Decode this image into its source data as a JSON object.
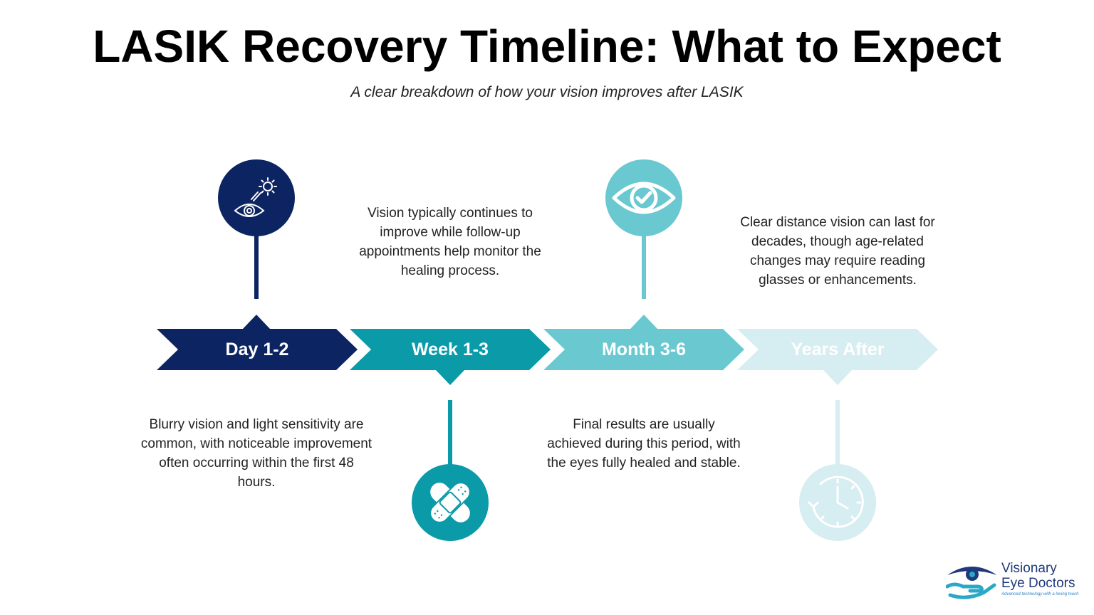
{
  "title": "LASIK Recovery Timeline: What to Expect",
  "subtitle": "A clear breakdown of how your vision improves after LASIK",
  "colors": {
    "navy": "#0c2461",
    "teal": "#0a9aa8",
    "light_teal": "#6ac8d0",
    "pale": "#d6edf1"
  },
  "stages": [
    {
      "label": "Day 1-2",
      "description": "Blurry vision and light sensitivity are common, with noticeable improvement often occurring within the first 48 hours.",
      "icon": "eye-light-sensitivity-icon"
    },
    {
      "label": "Week 1-3",
      "description": "Vision typically continues to improve while follow-up appointments help monitor the healing process.",
      "icon": "bandage-icon"
    },
    {
      "label": "Month 3-6",
      "description": "Final results are usually achieved during this period, with the eyes fully healed and stable.",
      "icon": "eye-check-icon"
    },
    {
      "label": "Years After",
      "description": "Clear distance vision can last for decades, though age-related changes may require reading glasses or enhancements.",
      "icon": "clock-icon"
    }
  ],
  "logo": {
    "line1": "Visionary",
    "line2": "Eye Doctors",
    "tagline": "Advanced technology with a loving touch"
  }
}
